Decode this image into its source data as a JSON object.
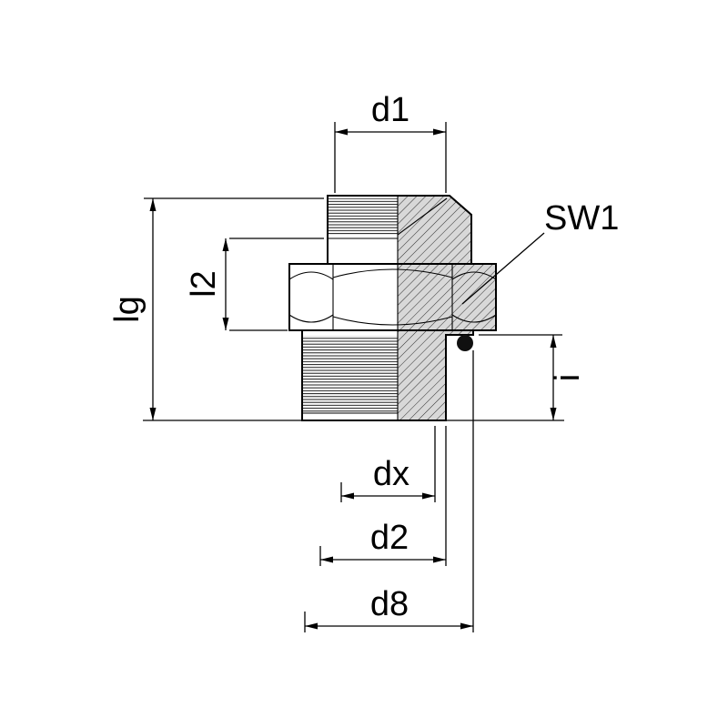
{
  "drawing": {
    "kind": "hydraulic-fitting-half-section",
    "description": "Male stud fitting technical drawing with threads, hex, O-ring and dimension callouts",
    "dimensions": {
      "d1": {
        "label": "d1",
        "orientation": "horizontal",
        "measures": "top thread diameter"
      },
      "sw1": {
        "label": "SW1",
        "orientation": "leader",
        "measures": "hex wrench size"
      },
      "lg": {
        "label": "lg",
        "orientation": "vertical",
        "measures": "overall body length"
      },
      "l2": {
        "label": "l2",
        "orientation": "vertical",
        "measures": "upper shank length"
      },
      "i": {
        "label": "i",
        "orientation": "vertical",
        "measures": "lower thread length"
      },
      "dx": {
        "label": "dx",
        "orientation": "horizontal",
        "measures": "lower thread core diameter"
      },
      "d2": {
        "label": "d2",
        "orientation": "horizontal",
        "measures": "lower thread diameter"
      },
      "d8": {
        "label": "d8",
        "orientation": "horizontal",
        "measures": "collar diameter"
      }
    },
    "colors": {
      "line": "#000000",
      "section_fill": "#d8d8d8",
      "o_ring": "#101010",
      "background": "#ffffff"
    }
  }
}
